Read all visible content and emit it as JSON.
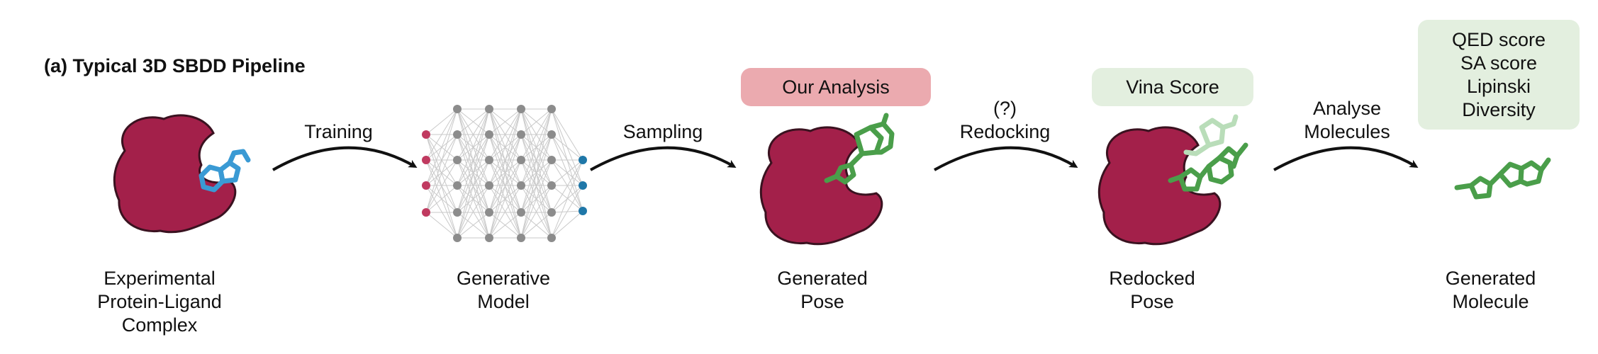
{
  "panel_title": "(a) Typical 3D SBDD Pipeline",
  "colors": {
    "protein": "#A3204A",
    "protein_outline": "#3a1220",
    "ligand_experimental": "#3A9AD4",
    "ligand_generated": "#4A9E4A",
    "ligand_faded": "#B9DDB9",
    "arrow": "#111111",
    "nn_input_node": "#C03A60",
    "nn_hidden_node": "#8C8C8C",
    "nn_output_node": "#1F77A8",
    "our_analysis_bg": "#EBAAAF",
    "score_bg": "#E3EFDF"
  },
  "stages": [
    {
      "id": "experimental",
      "label": "Experimental\nProtein-Ligand\nComplex",
      "icon": "protein-ligand-icon"
    },
    {
      "id": "generative-model",
      "label": "Generative\nModel",
      "icon": "neural-network-icon"
    },
    {
      "id": "generated-pose",
      "label": "Generated\nPose",
      "icon": "protein-ligand-icon"
    },
    {
      "id": "redocked-pose",
      "label": "Redocked\nPose",
      "icon": "protein-ligand-icon"
    },
    {
      "id": "generated-molecule",
      "label": "Generated\nMolecule",
      "icon": "molecule-icon"
    }
  ],
  "arrows": [
    {
      "id": "training",
      "label": "Training"
    },
    {
      "id": "sampling",
      "label": "Sampling"
    },
    {
      "id": "redocking",
      "label": "(?)\nRedocking"
    },
    {
      "id": "analyse",
      "label": "Analyse\nMolecules"
    }
  ],
  "boxes": {
    "our_analysis": "Our Analysis",
    "vina_score": "Vina Score",
    "metrics": "QED score\nSA score\nLipinski\nDiversity"
  }
}
